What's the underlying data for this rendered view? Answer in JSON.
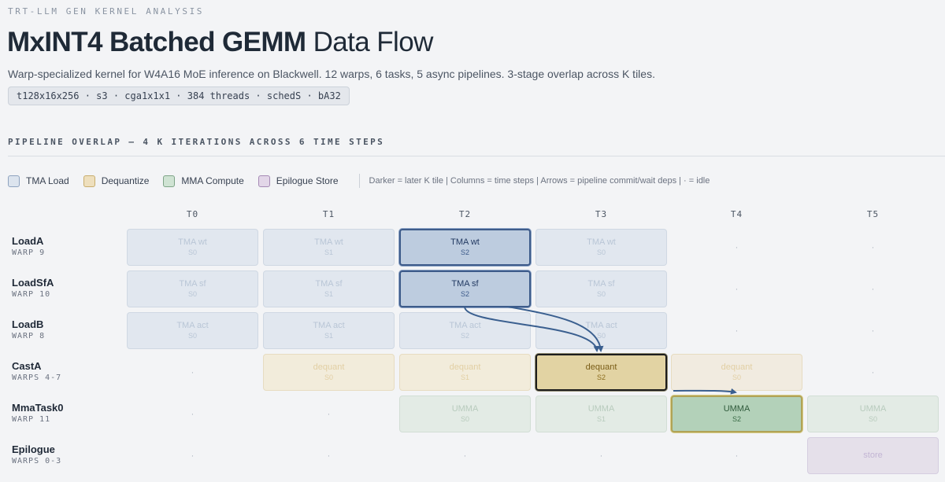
{
  "header": {
    "eyebrow": "TRT-LLM GEN KERNEL ANALYSIS",
    "title_bold": "MxINT4 Batched GEMM",
    "title_light": "Data Flow",
    "subtitle": "Warp-specialized kernel for W4A16 MoE inference on Blackwell. 12 warps, 6 tasks, 5 async pipelines. 3-stage overlap across K tiles.",
    "config": "t128x16x256 · s3 · cga1x1x1 · 384 threads · schedS · bA32"
  },
  "section": {
    "heading": "PIPELINE OVERLAP — 4 K ITERATIONS ACROSS 6 TIME STEPS"
  },
  "legend": {
    "items": [
      {
        "label": "TMA Load",
        "fill": "#dce4ee",
        "border": "#8ea3bf"
      },
      {
        "label": "Dequantize",
        "fill": "#eedfbd",
        "border": "#c8ad6d"
      },
      {
        "label": "MMA Compute",
        "fill": "#cfe3d3",
        "border": "#7ea487"
      },
      {
        "label": "Epilogue Store",
        "fill": "#e2d6e8",
        "border": "#a58ab5"
      }
    ],
    "note": "Darker = later K tile  |  Columns = time steps  |  Arrows = pipeline commit/wait deps  |  · = idle"
  },
  "columns": [
    "T0",
    "T1",
    "T2",
    "T3",
    "T4",
    "T5"
  ],
  "rows": [
    {
      "name": "LoadA",
      "warp": "WARP 9"
    },
    {
      "name": "LoadSfA",
      "warp": "WARP 10"
    },
    {
      "name": "LoadB",
      "warp": "WARP 8"
    },
    {
      "name": "CastA",
      "warp": "WARPS 4-7"
    },
    {
      "name": "MmaTask0",
      "warp": "WARP 11"
    },
    {
      "name": "Epilogue",
      "warp": "WARPS 0-3"
    }
  ],
  "idle_symbol": "·",
  "grid": [
    [
      {
        "op": "TMA wt",
        "stage": "S0",
        "kind": "load",
        "active": false
      },
      {
        "op": "TMA wt",
        "stage": "S1",
        "kind": "load",
        "active": false
      },
      {
        "op": "TMA wt",
        "stage": "S2",
        "kind": "load",
        "active": true
      },
      {
        "op": "TMA wt",
        "stage": "S0",
        "kind": "load",
        "active": false
      },
      null,
      null
    ],
    [
      {
        "op": "TMA sf",
        "stage": "S0",
        "kind": "load",
        "active": false
      },
      {
        "op": "TMA sf",
        "stage": "S1",
        "kind": "load",
        "active": false
      },
      {
        "op": "TMA sf",
        "stage": "S2",
        "kind": "load",
        "active": true
      },
      {
        "op": "TMA sf",
        "stage": "S0",
        "kind": "load",
        "active": false
      },
      null,
      null
    ],
    [
      {
        "op": "TMA act",
        "stage": "S0",
        "kind": "load",
        "active": false
      },
      {
        "op": "TMA act",
        "stage": "S1",
        "kind": "load",
        "active": false
      },
      {
        "op": "TMA act",
        "stage": "S2",
        "kind": "load",
        "active": false
      },
      {
        "op": "TMA act",
        "stage": "S0",
        "kind": "load",
        "active": false
      },
      null,
      null
    ],
    [
      null,
      {
        "op": "dequant",
        "stage": "S0",
        "kind": "deq",
        "active": false
      },
      {
        "op": "dequant",
        "stage": "S1",
        "kind": "deq",
        "active": false
      },
      {
        "op": "dequant",
        "stage": "S2",
        "kind": "deq",
        "active": true
      },
      {
        "op": "dequant",
        "stage": "S0",
        "kind": "deq",
        "active": false,
        "faint": true
      },
      null
    ],
    [
      null,
      null,
      {
        "op": "UMMA",
        "stage": "S0",
        "kind": "mma",
        "active": false
      },
      {
        "op": "UMMA",
        "stage": "S1",
        "kind": "mma",
        "active": false
      },
      {
        "op": "UMMA",
        "stage": "S2",
        "kind": "mma",
        "active": true
      },
      {
        "op": "UMMA",
        "stage": "S0",
        "kind": "mma",
        "active": false
      }
    ],
    [
      null,
      null,
      null,
      null,
      null,
      {
        "op": "store",
        "stage": "",
        "kind": "epi",
        "active": false
      }
    ]
  ],
  "arrow_color": "#3a5f8f"
}
